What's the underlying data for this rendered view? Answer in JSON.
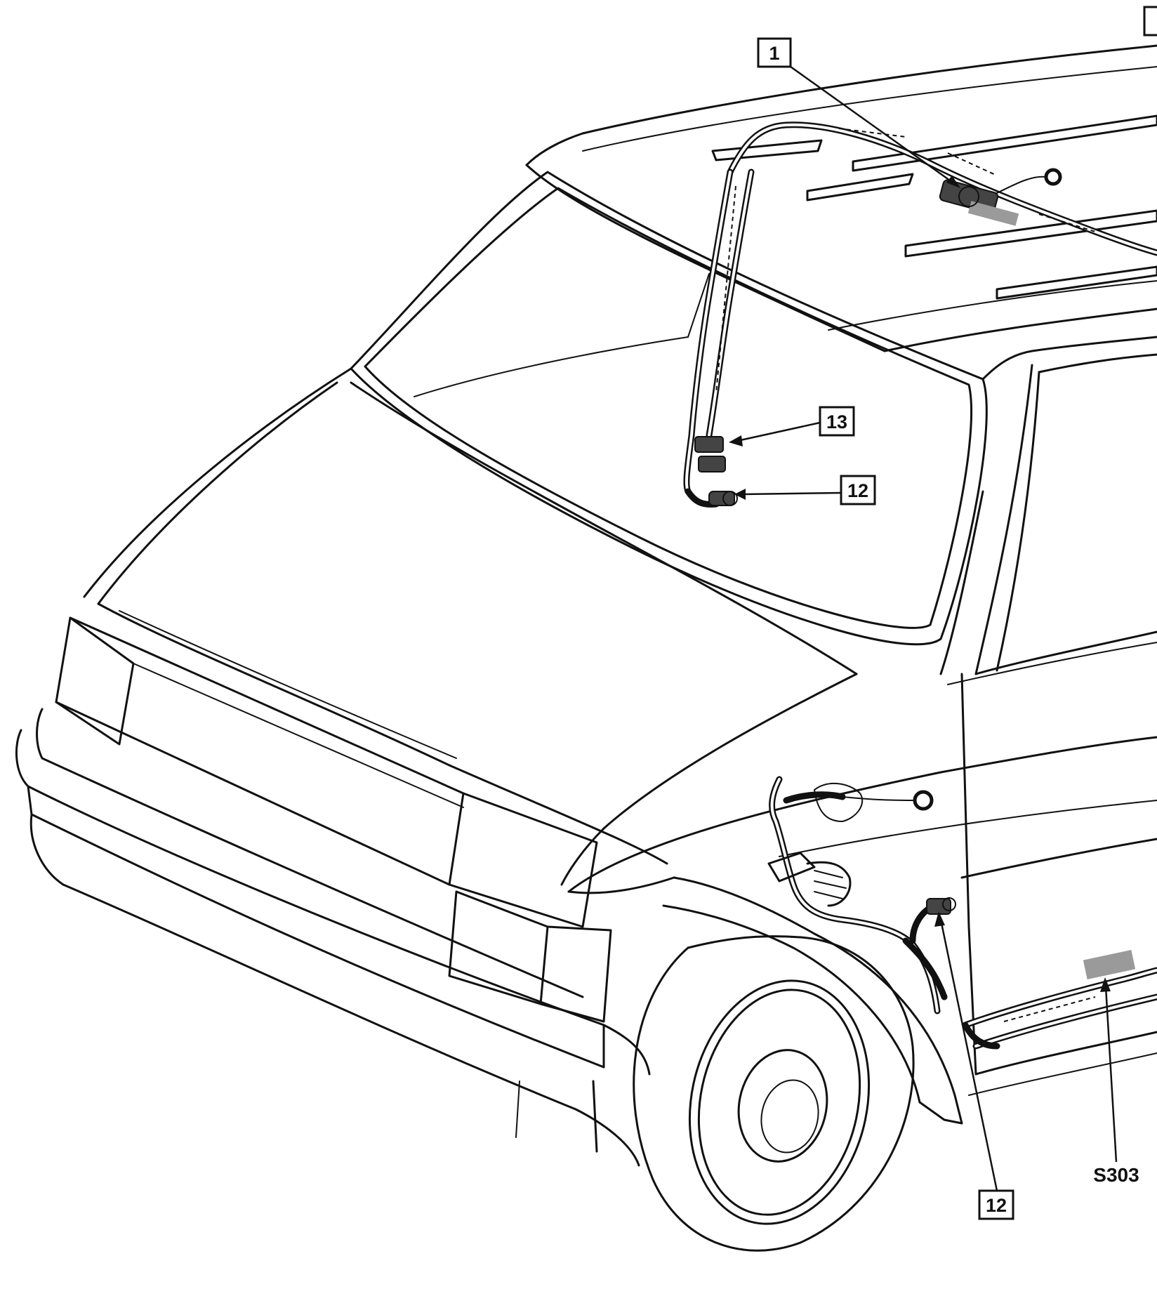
{
  "callouts": {
    "c1": "1",
    "c13": "13",
    "c12_upper": "12",
    "c12_lower": "12",
    "edge": ""
  },
  "splices": {
    "s303": "S303"
  }
}
